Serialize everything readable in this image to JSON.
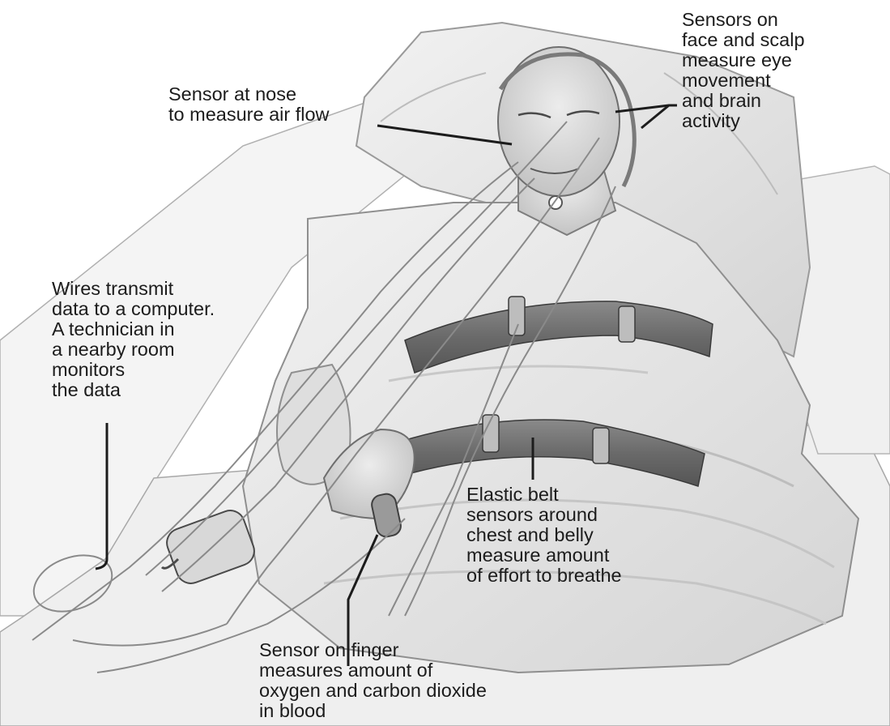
{
  "labels": {
    "nose": [
      "Sensor at nose",
      "to measure air flow"
    ],
    "face_scalp": [
      "Sensors on",
      "face and scalp",
      "measure eye",
      "movement",
      "and brain",
      "activity"
    ],
    "wires": [
      "Wires transmit",
      "data to a computer.",
      "A technician in",
      "a nearby room",
      "monitors",
      "the data"
    ],
    "belt": [
      "Elastic belt",
      "sensors around",
      "chest and belly",
      "measure amount",
      "of effort to breathe"
    ],
    "finger": [
      "Sensor on finger",
      "measures amount of",
      "oxygen and carbon dioxide",
      "in blood"
    ]
  },
  "colors": {
    "ink": "#1c1c1c",
    "skin": "#dcdcdc",
    "sheet": "#e8e8e8",
    "belt": "#707070",
    "wire": "#8a8a8a"
  }
}
